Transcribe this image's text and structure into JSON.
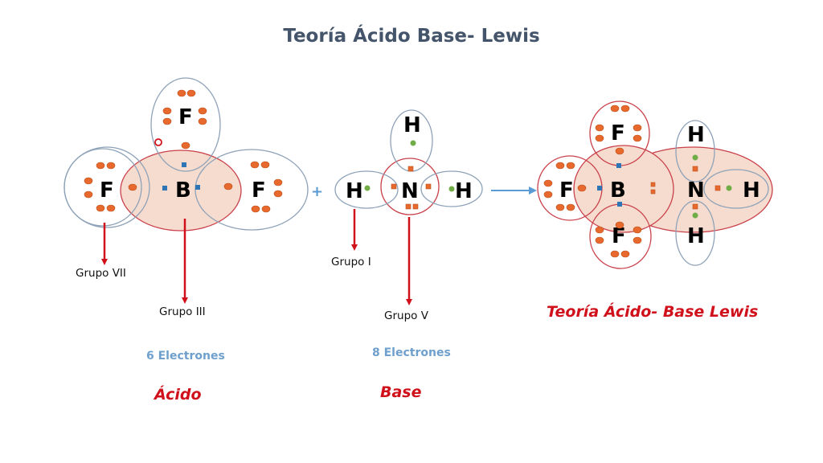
{
  "title": "Teoría Ácido Base- Lewis",
  "colors": {
    "title": "#44546a",
    "acid_base_label": "#d0101a",
    "electron_label": "#6fa0cd",
    "lone_pair": "#e8692d",
    "boron_electron": "#2e75b6",
    "hydrogen_electron": "#70ad47",
    "nitrogen_electron": "#e8692d",
    "arrow": "#d0101a",
    "reaction_arrow": "#5b9bd5",
    "shell_blue": "#8ea2b8",
    "shell_red": "#c9404a",
    "overlap_fill": "#f6dccf"
  },
  "bf3": {
    "atoms": [
      "F",
      "F",
      "B",
      "F"
    ],
    "labels": {
      "fluorine_group": "Grupo VII",
      "boron_group": "Grupo III"
    },
    "electrons": "6 Electrones",
    "kind": "Ácido"
  },
  "operator": "+",
  "nh3": {
    "atoms": [
      "H",
      "H",
      "N",
      "H"
    ],
    "labels": {
      "hydrogen_group": "Grupo I",
      "nitrogen_group": "Grupo V"
    },
    "electrons": "8 Electrones",
    "kind": "Base"
  },
  "product": {
    "atoms": [
      "F",
      "F",
      "F",
      "B",
      "N",
      "H",
      "H",
      "H"
    ],
    "caption": "Teoría Ácido- Base Lewis"
  }
}
